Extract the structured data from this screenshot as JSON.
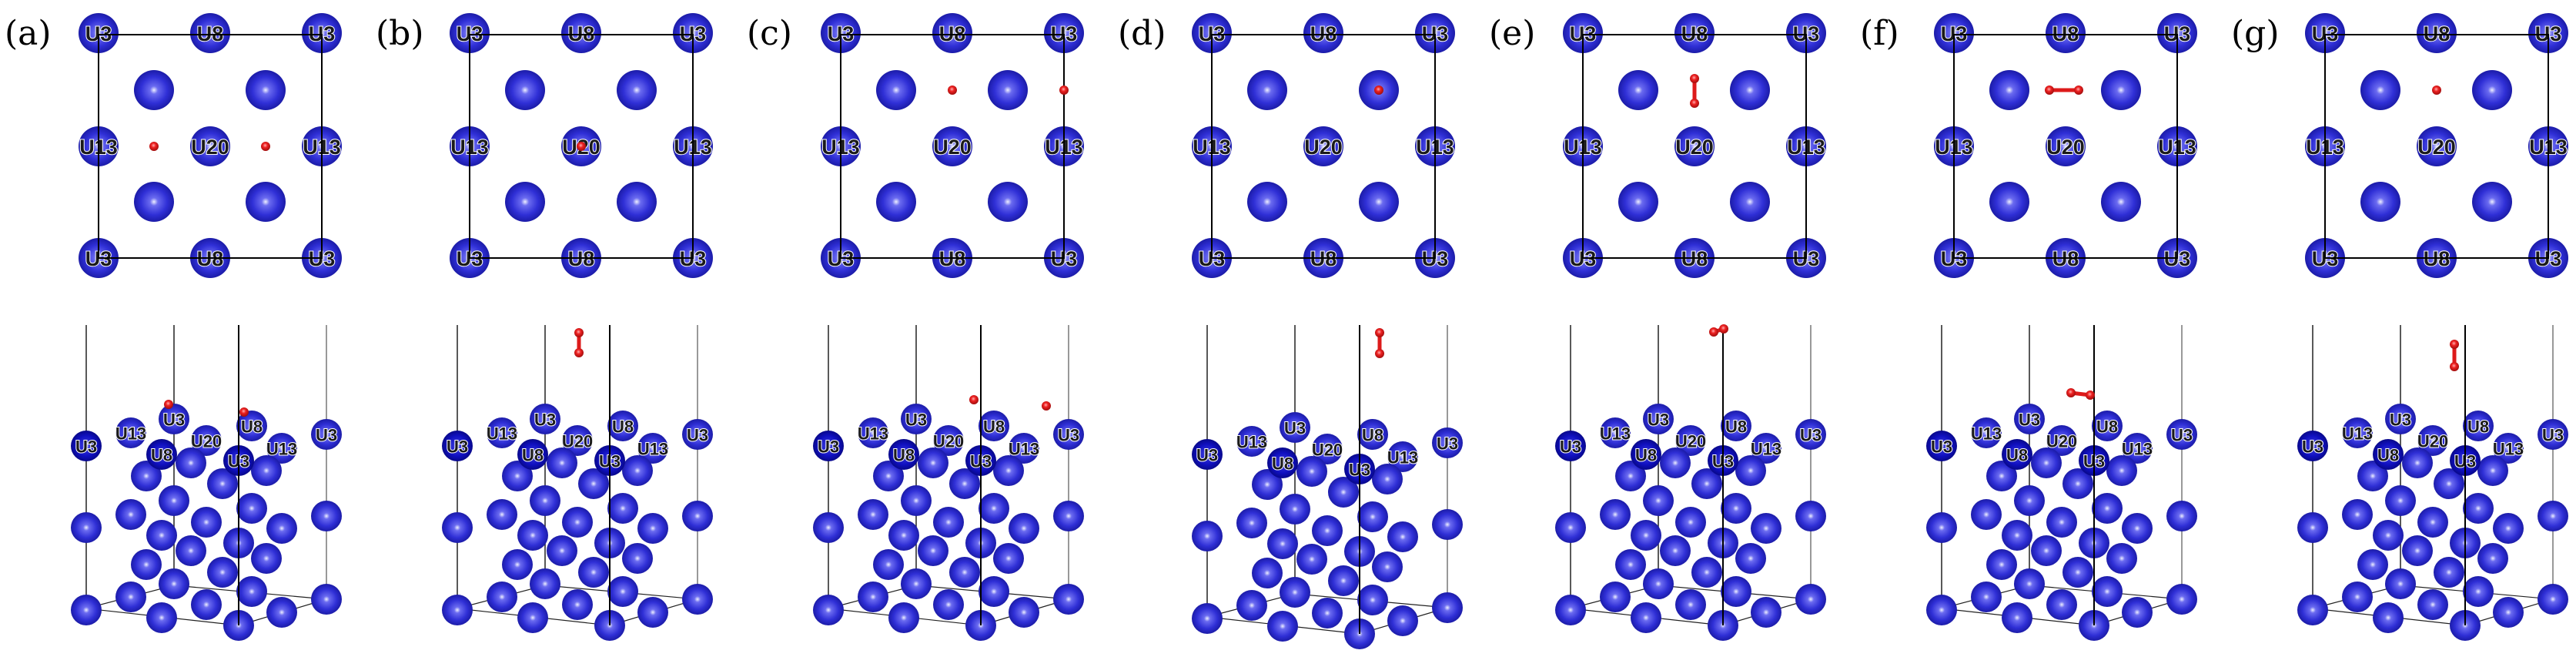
{
  "figure": {
    "panels": [
      {
        "label": "(a)"
      },
      {
        "label": "(b)"
      },
      {
        "label": "(c)"
      },
      {
        "label": "(d)"
      },
      {
        "label": "(e)"
      },
      {
        "label": "(f)"
      },
      {
        "label": "(g)"
      }
    ],
    "top_view_labels": [
      [
        "U3",
        "U8",
        "U3"
      ],
      [
        "U13",
        "U20",
        "U13"
      ],
      [
        "U3",
        "U8",
        "U3"
      ]
    ],
    "side_view_labels": {
      "back": [
        "U3",
        "U13",
        "U3",
        "U20",
        "U8",
        "U13",
        "U3"
      ],
      "front": [
        "U8",
        "U3"
      ]
    },
    "colors": {
      "uranium": "#2a2ad8",
      "oxygen": "#e01818",
      "cell": "#000000"
    }
  }
}
